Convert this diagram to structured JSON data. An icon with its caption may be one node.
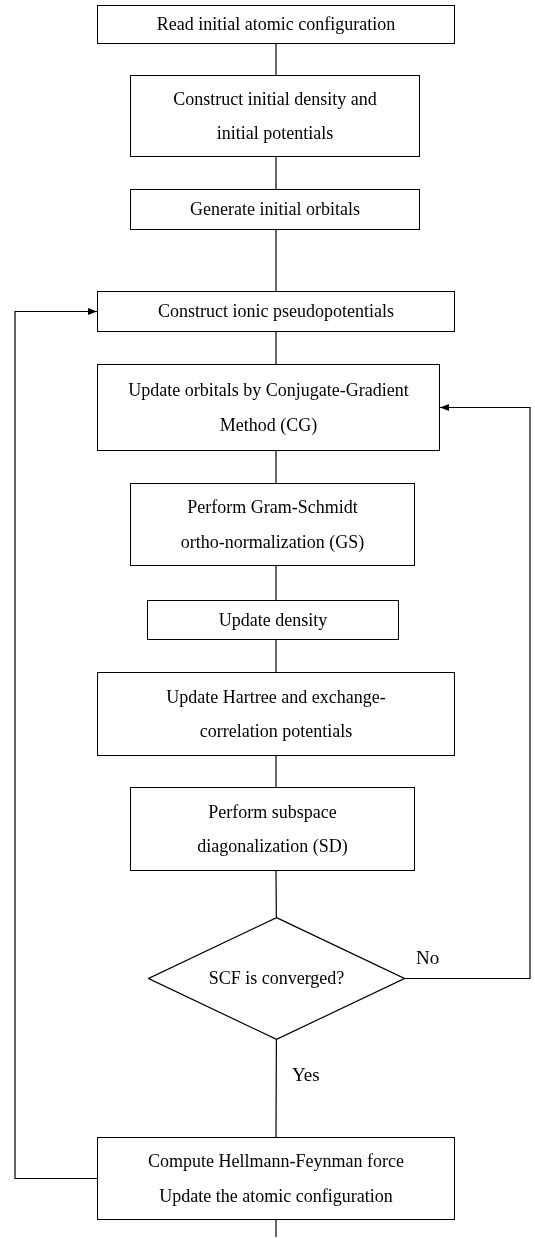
{
  "diagram": {
    "nodes": [
      {
        "text": [
          "Read initial atomic configuration"
        ]
      },
      {
        "text": [
          "Construct initial density and initial potentials"
        ]
      },
      {
        "text": [
          "Generate initial orbitals"
        ]
      },
      {
        "text": [
          "Construct ionic pseudopotentials"
        ]
      },
      {
        "text": [
          "Update orbitals by Conjugate-Gradient Method (CG)"
        ]
      },
      {
        "text": [
          "Perform Gram-Schmidt ortho-normalization (GS)"
        ]
      },
      {
        "text": [
          "Update density"
        ]
      },
      {
        "text": [
          "Update Hartree and exchange-correlation potentials"
        ]
      },
      {
        "text": [
          "Perform subspace diagonalization (SD)"
        ]
      },
      {
        "text": [
          "SCF is converged?"
        ]
      },
      {
        "text": [
          "Compute Hellmann-Feynman force",
          "Update the atomic configuration"
        ]
      }
    ],
    "edges": [
      {
        "from": 0,
        "to": 1,
        "arrow": "none"
      },
      {
        "from": 1,
        "to": 2,
        "arrow": "none"
      },
      {
        "from": 2,
        "to": 3,
        "arrow": "none"
      },
      {
        "from": 3,
        "to": 4,
        "arrow": "none"
      },
      {
        "from": 4,
        "to": 5,
        "arrow": "none"
      },
      {
        "from": 5,
        "to": 6,
        "arrow": "none"
      },
      {
        "from": 6,
        "to": 7,
        "arrow": "none"
      },
      {
        "from": 7,
        "to": 8,
        "arrow": "none"
      },
      {
        "from": 8,
        "to": 9,
        "arrow": "none"
      },
      {
        "from": 9,
        "to": 10,
        "label": "Yes",
        "arrow": "none"
      },
      {
        "from": 9,
        "to": 4,
        "label": "No",
        "arrow": "to"
      },
      {
        "from": 10,
        "to": 3,
        "arrow": "to"
      },
      {
        "from": 10,
        "to": null,
        "arrow": "none"
      }
    ]
  }
}
